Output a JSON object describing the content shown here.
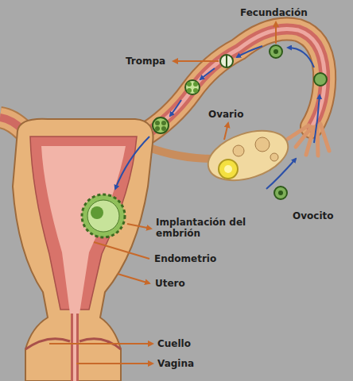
{
  "diagram": {
    "labels": [
      "Fecundación",
      "Trompa",
      "Ovario",
      "Ovocito",
      "Implantación del embrión",
      "Endometrio",
      "Utero",
      "Cuello",
      "Vagina"
    ]
  }
}
